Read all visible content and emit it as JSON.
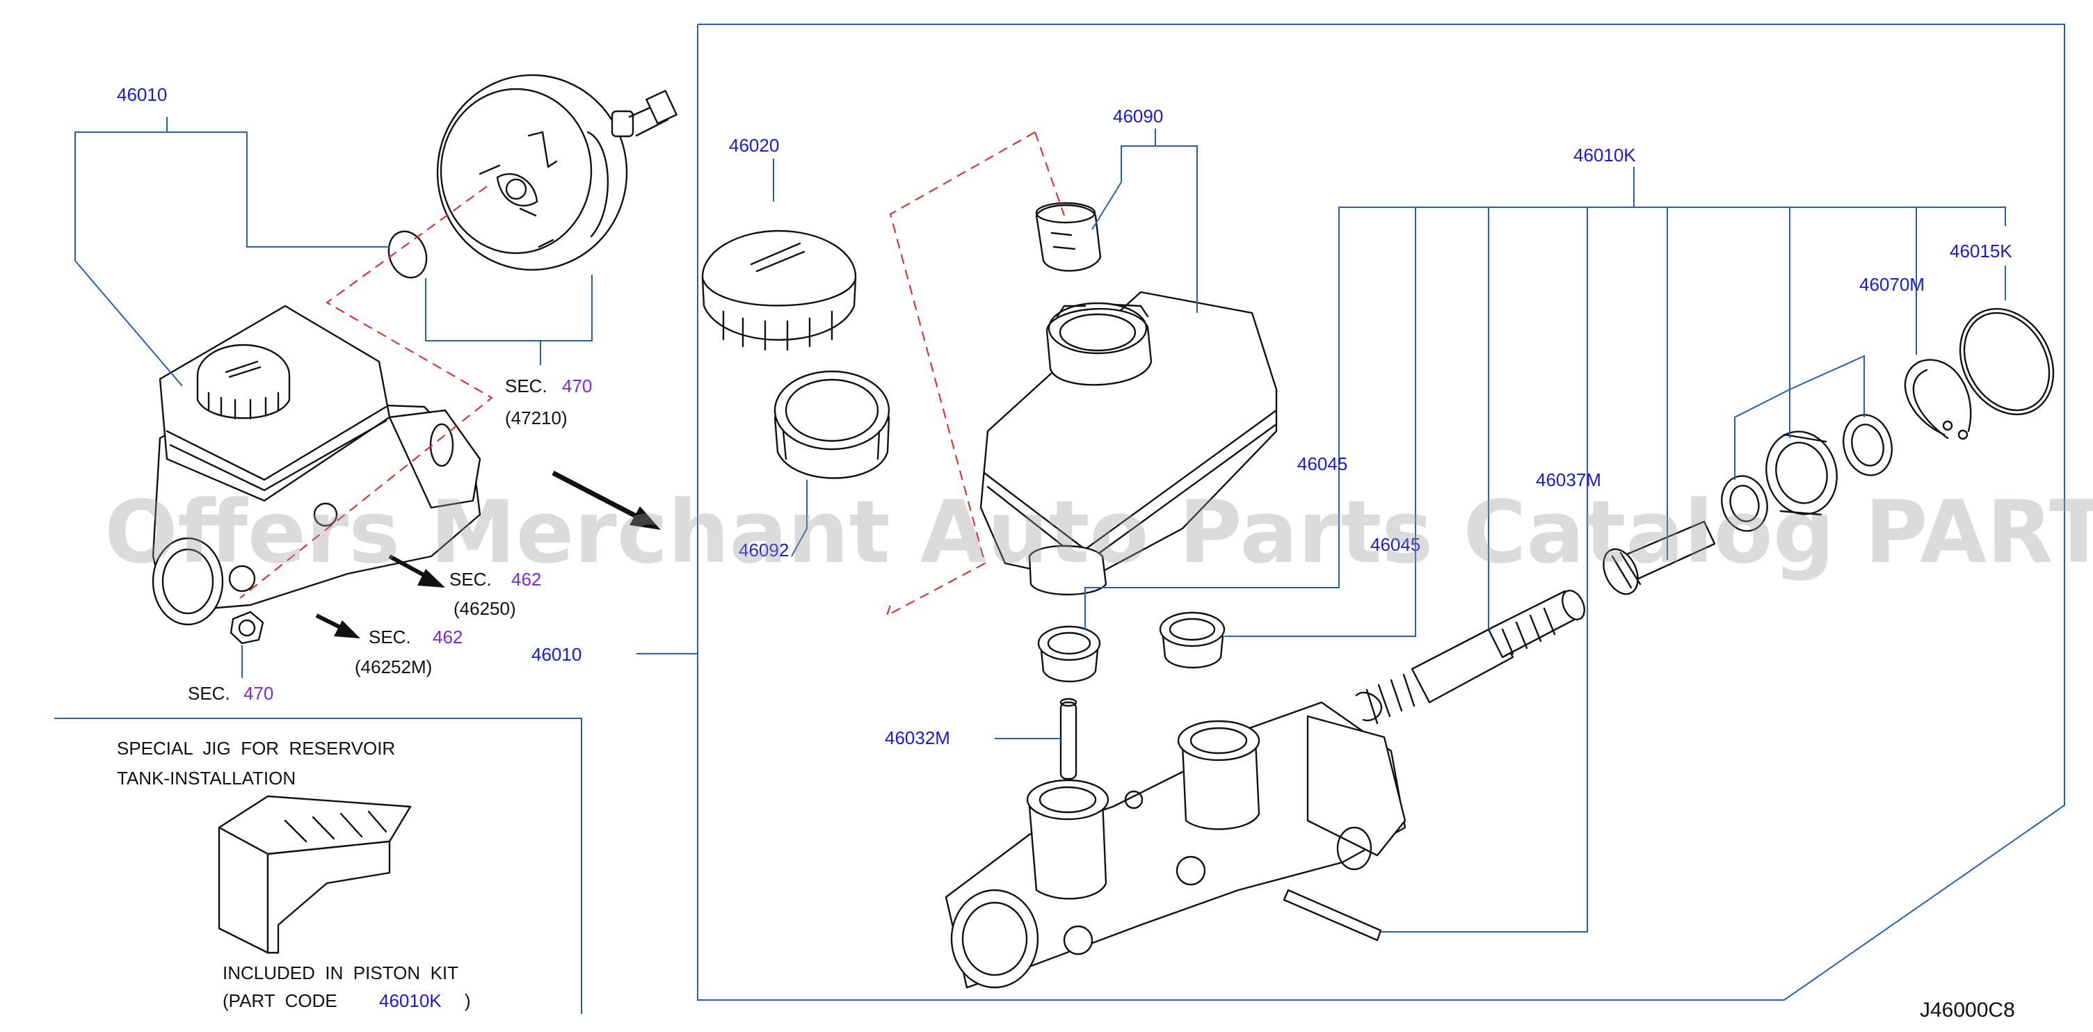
{
  "callouts": {
    "c46010_top": "46010",
    "c46010_left": "46010",
    "c46020": "46020",
    "c46090": "46090",
    "c46010K": "46010K",
    "c46015K": "46015K",
    "c46070M": "46070M",
    "c46045_a": "46045",
    "c46045_b": "46045",
    "c46037M": "46037M",
    "c46032M": "46032M",
    "c4609x": "46092"
  },
  "section_refs": {
    "sec_word": "SEC.",
    "booster_sec": "470",
    "booster_part": "(47210)",
    "arrow1_sec": "462",
    "arrow1_part": "(46250)",
    "arrow2_sec": "462",
    "arrow2_part": "(46252M)",
    "nut_sec": "470"
  },
  "jig_box": {
    "title_line1": "SPECIAL  JIG  FOR  RESERVOIR",
    "title_line2": "TANK-INSTALLATION",
    "note_line1": "INCLUDED  IN  PISTON  KIT",
    "note_prefix": "(PART  CODE",
    "note_code": "46010K",
    "note_suffix": ")"
  },
  "diagram_code": "J46000C8",
  "watermark": "Offers Merchant Auto Parts Catalog PARTSTORE.SA",
  "colors": {
    "callout": "#1a1ad6",
    "leader": "#2a5fb0",
    "dash": "#e0242a",
    "section_num": "#7a2bd6"
  }
}
